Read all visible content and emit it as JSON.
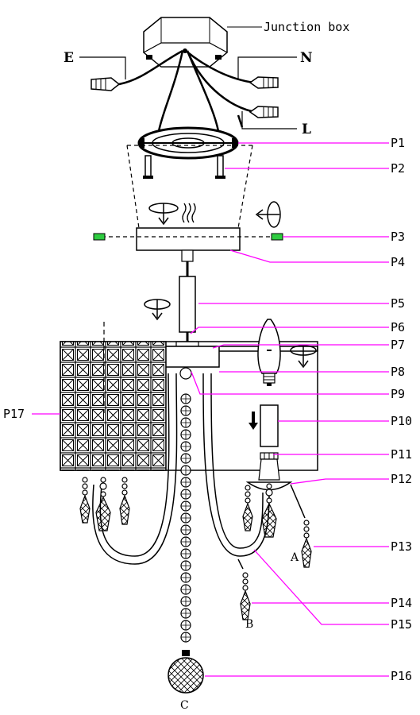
{
  "colors": {
    "leader": "#ff00ff",
    "ink": "#000000",
    "accent_green": "#2ecc40"
  },
  "labels": {
    "junction_box": "Junction box",
    "wire_e": "E",
    "wire_n": "N",
    "wire_l": "L",
    "parts": [
      {
        "id": "p1",
        "text": "P1"
      },
      {
        "id": "p2",
        "text": "P2"
      },
      {
        "id": "p3",
        "text": "P3"
      },
      {
        "id": "p4",
        "text": "P4"
      },
      {
        "id": "p5",
        "text": "P5"
      },
      {
        "id": "p6",
        "text": "P6"
      },
      {
        "id": "p7",
        "text": "P7"
      },
      {
        "id": "p8",
        "text": "P8"
      },
      {
        "id": "p9",
        "text": "P9"
      },
      {
        "id": "p10",
        "text": "P10"
      },
      {
        "id": "p11",
        "text": "P11"
      },
      {
        "id": "p12",
        "text": "P12"
      },
      {
        "id": "p13",
        "text": "P13"
      },
      {
        "id": "p14",
        "text": "P14"
      },
      {
        "id": "p15",
        "text": "P15"
      },
      {
        "id": "p16",
        "text": "P16"
      },
      {
        "id": "p17",
        "text": "P17"
      }
    ],
    "pendant_a": "A",
    "pendant_b": "B",
    "pendant_c": "C"
  }
}
